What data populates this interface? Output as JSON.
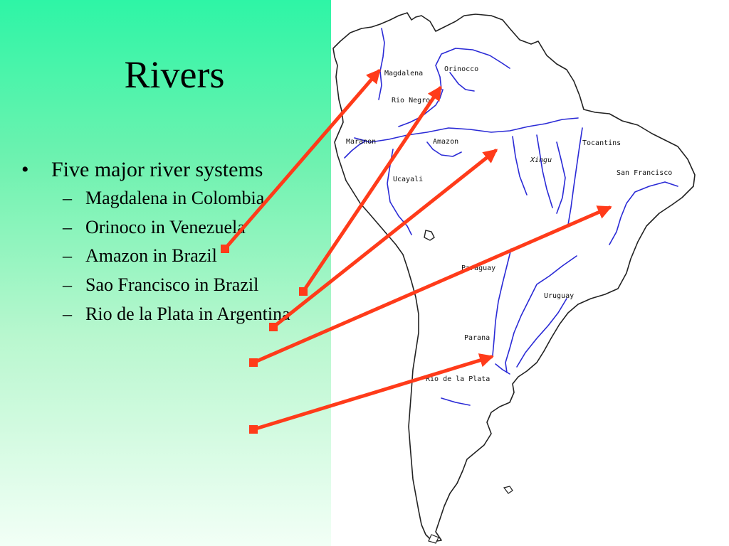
{
  "slide": {
    "title": "Rivers",
    "bullet": "Five major river systems",
    "items": [
      "Magdalena in Colombia",
      "Orinoco in Venezuela",
      "Amazon in Brazil",
      "Sao Francisco in Brazil",
      "Rio de la Plata in Argentina"
    ]
  },
  "map": {
    "labels": {
      "magdalena": "Magdalena",
      "orinocco": "Orinocco",
      "rio_negro": "Rio Negro",
      "maranon": "Maranon",
      "amazon": "Amazon",
      "ucayali": "Ucayali",
      "xingu": "Xingu",
      "tocantins": "Tocantins",
      "sao_francisco": "San Francisco",
      "paraguay": "Paraguay",
      "uruguay": "Uruguay",
      "parana": "Parana",
      "rio_de_la_plata": "Rio de la Plata"
    },
    "colors": {
      "river": "#2a2ad6",
      "outline": "#222222",
      "arrow": "#ff3b1a"
    }
  }
}
